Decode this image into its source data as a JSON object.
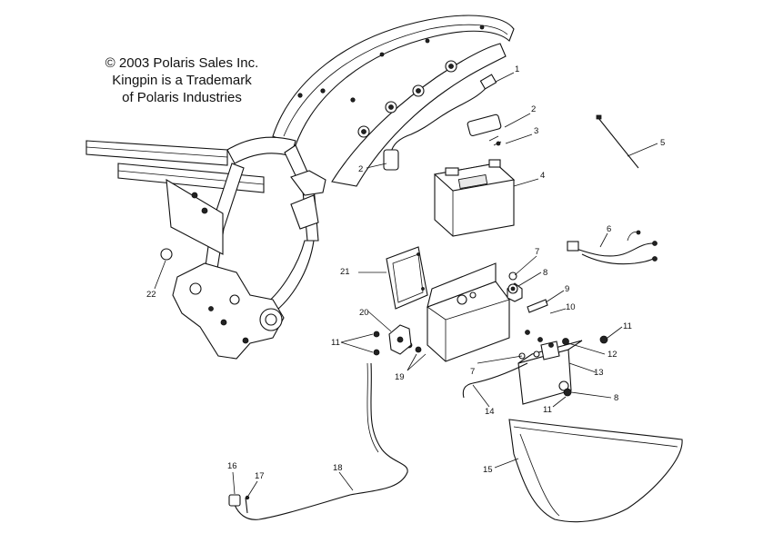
{
  "copyright": {
    "line1": "© 2003 Polaris Sales Inc.",
    "line2": "Kingpin is a Trademark",
    "line3": "of Polaris Industries"
  },
  "callouts": {
    "c1": "1",
    "c2a": "2",
    "c2b": "2",
    "c3": "3",
    "c4": "4",
    "c5": "5",
    "c6": "6",
    "c7a": "7",
    "c7b": "7",
    "c8a": "8",
    "c8b": "8",
    "c9": "9",
    "c10": "10",
    "c11a": "11",
    "c11b": "11",
    "c11c": "11",
    "c12": "12",
    "c13": "13",
    "c14": "14",
    "c15": "15",
    "c16": "16",
    "c17": "17",
    "c18": "18",
    "c19": "19",
    "c20": "20",
    "c21": "21",
    "c22": "22"
  }
}
